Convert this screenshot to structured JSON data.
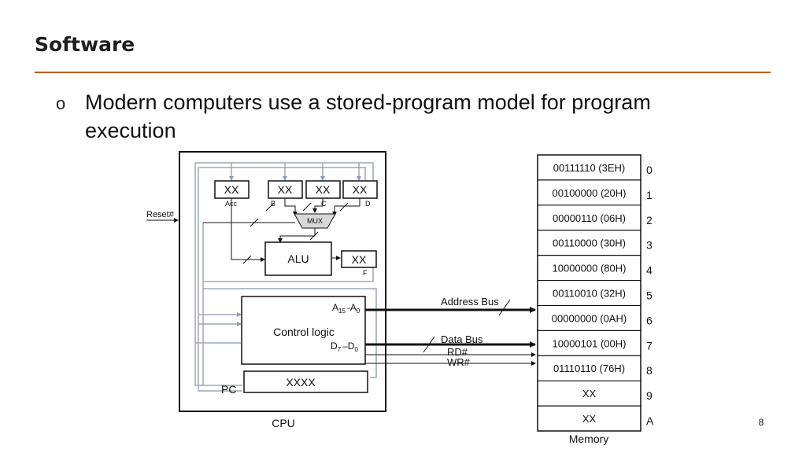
{
  "slide": {
    "title": "Software",
    "bullet": "Modern computers use a stored-program model for program execution",
    "page_number": "8"
  },
  "cpu": {
    "label": "CPU",
    "reset_label": "Reset#",
    "registers": [
      {
        "value": "XX",
        "name": "Acc"
      },
      {
        "value": "XX",
        "name": "B"
      },
      {
        "value": "XX",
        "name": "C"
      },
      {
        "value": "XX",
        "name": "D"
      }
    ],
    "mux_label": "MUX",
    "alu_label": "ALU",
    "flag_register": {
      "value": "XX",
      "name": "F"
    },
    "control_logic": {
      "label": "Control logic",
      "addr_pins": "A",
      "addr_hi": "15",
      "addr_lo": "0",
      "addr_sep": "-A",
      "data_pins": "D",
      "data_hi": "7",
      "data_lo": "0",
      "data_sep": "–D"
    },
    "pc": {
      "label": "PC",
      "value": "XXXX"
    }
  },
  "buses": {
    "address": "Address Bus",
    "data": "Data Bus",
    "rd": "RD#",
    "wr": "WR#"
  },
  "memory": {
    "label": "Memory",
    "cells": [
      {
        "value": "00111110 (3EH)",
        "addr": "0"
      },
      {
        "value": "00100000 (20H)",
        "addr": "1"
      },
      {
        "value": "00000110 (06H)",
        "addr": "2"
      },
      {
        "value": "00110000 (30H)",
        "addr": "3"
      },
      {
        "value": "10000000 (80H)",
        "addr": "4"
      },
      {
        "value": "00110010 (32H)",
        "addr": "5"
      },
      {
        "value": "00000000 (0AH)",
        "addr": "6"
      },
      {
        "value": "10000101 (00H)",
        "addr": "7"
      },
      {
        "value": "01110110 (76H)",
        "addr": "8"
      },
      {
        "value": "XX",
        "addr": "9"
      },
      {
        "value": "XX",
        "addr": "A"
      }
    ]
  }
}
